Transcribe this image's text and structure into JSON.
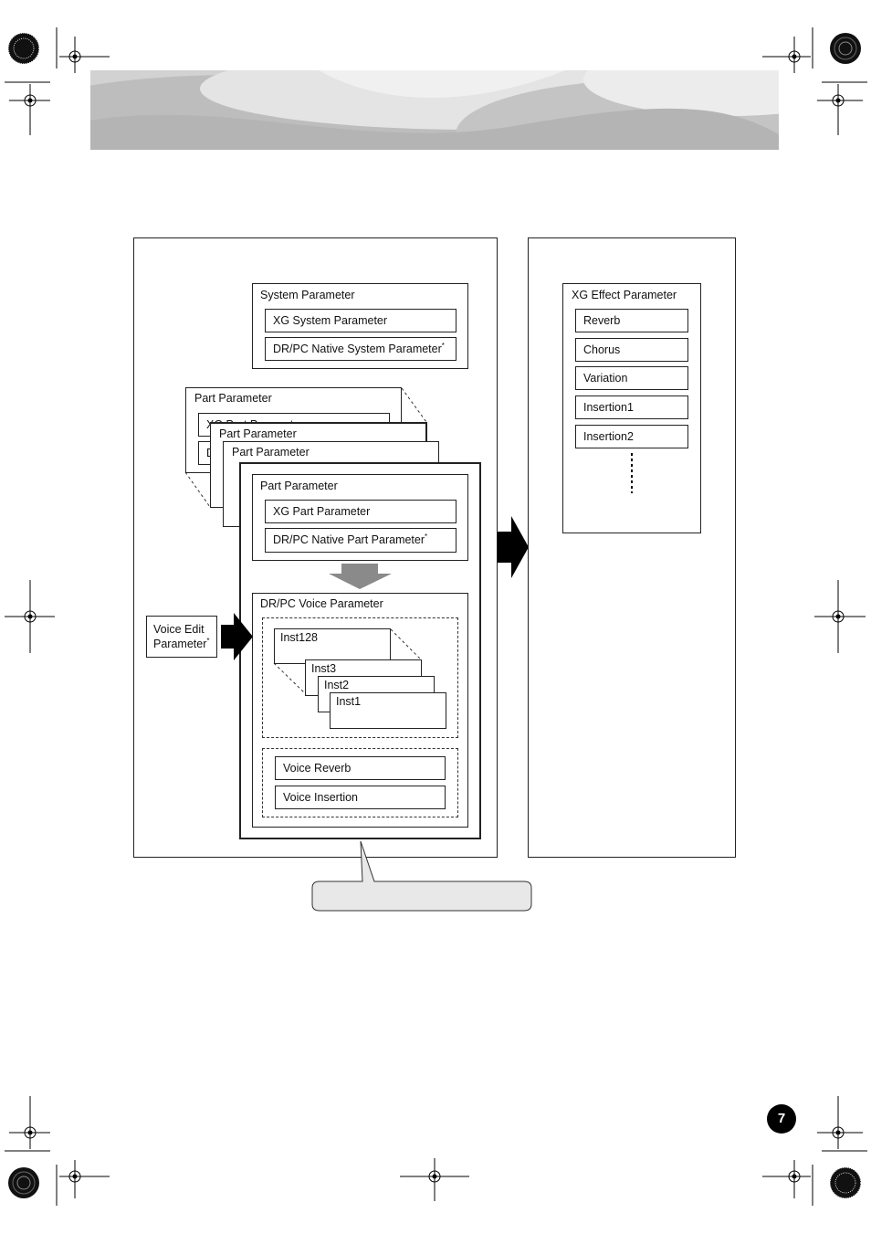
{
  "left_panel": {
    "system": {
      "title": "System Parameter",
      "items": [
        "XG System Parameter",
        "DR/PC Native System Parameter"
      ]
    },
    "part_stack": {
      "back_title": "Part Parameter",
      "back_item1_partial": "XG Part Parameter",
      "back_item2_partial": "D",
      "mid1_title": "Part Parameter",
      "mid2_title": "Part Parameter",
      "front": {
        "title": "Part Parameter",
        "items": [
          "XG Part Parameter",
          "DR/PC Native Part Parameter"
        ]
      }
    },
    "voice": {
      "title": "DR/PC Voice Parameter",
      "insts": [
        "Inst128",
        "Inst3",
        "Inst2",
        "Inst1"
      ],
      "effects": [
        "Voice Reverb",
        "Voice Insertion"
      ]
    },
    "voice_edit": {
      "line1": "Voice Edit",
      "line2": "Parameter"
    },
    "asterisk": "*"
  },
  "right_panel": {
    "title": "XG Effect Parameter",
    "items": [
      "Reverb",
      "Chorus",
      "Variation",
      "Insertion1",
      "Insertion2"
    ]
  },
  "callout_text": "",
  "page_number": "7",
  "colors": {
    "banner": "#cfcfcf",
    "callout_fill": "#e8e8e8",
    "arrow_gray": "#8a8a8a",
    "black": "#000000"
  }
}
